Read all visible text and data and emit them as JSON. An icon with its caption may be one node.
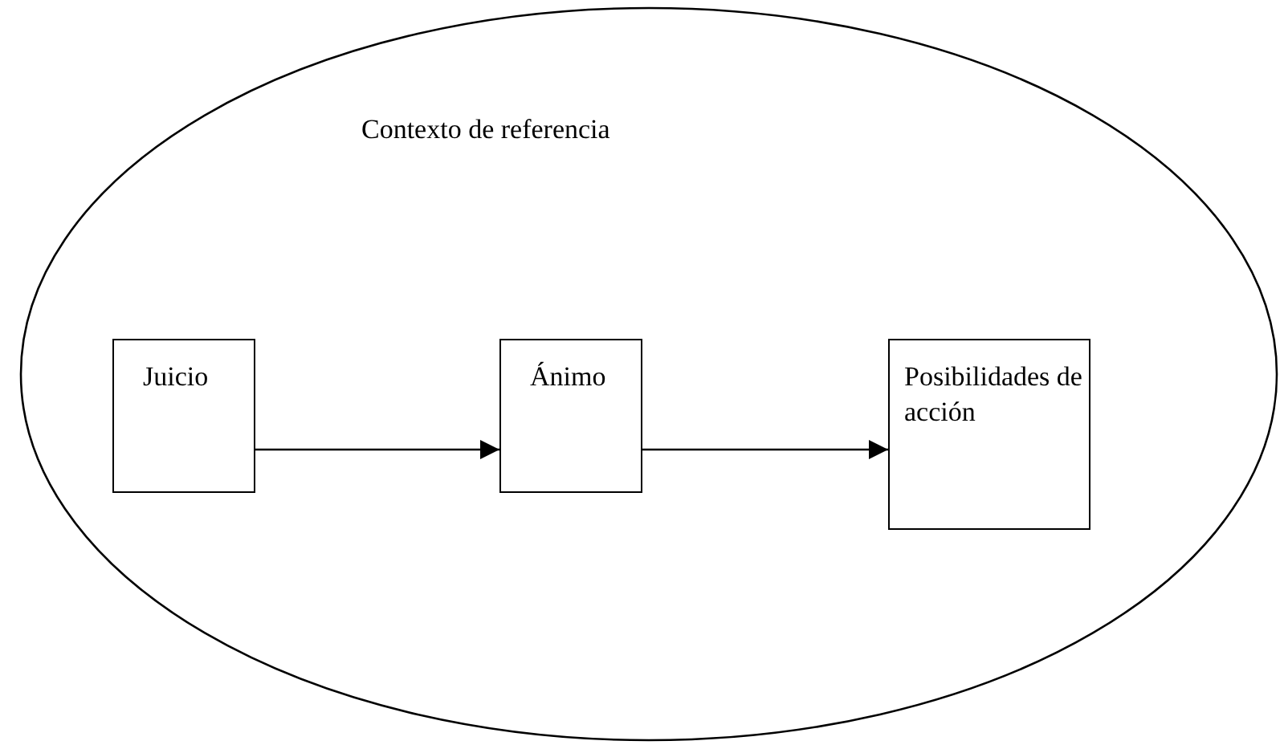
{
  "diagram": {
    "nodes": [
      {
        "text": [
          "Contexto de referencia"
        ]
      },
      {
        "text": [
          "Juicio"
        ],
        "in": 0
      },
      {
        "text": [
          "Ánimo"
        ],
        "in": 0
      },
      {
        "text": [
          "Posibilidades de acción"
        ],
        "in": 0
      }
    ],
    "edges": [
      {
        "from": 1,
        "to": 2,
        "arrow": "to"
      },
      {
        "from": 2,
        "to": 3,
        "arrow": "to"
      }
    ]
  }
}
